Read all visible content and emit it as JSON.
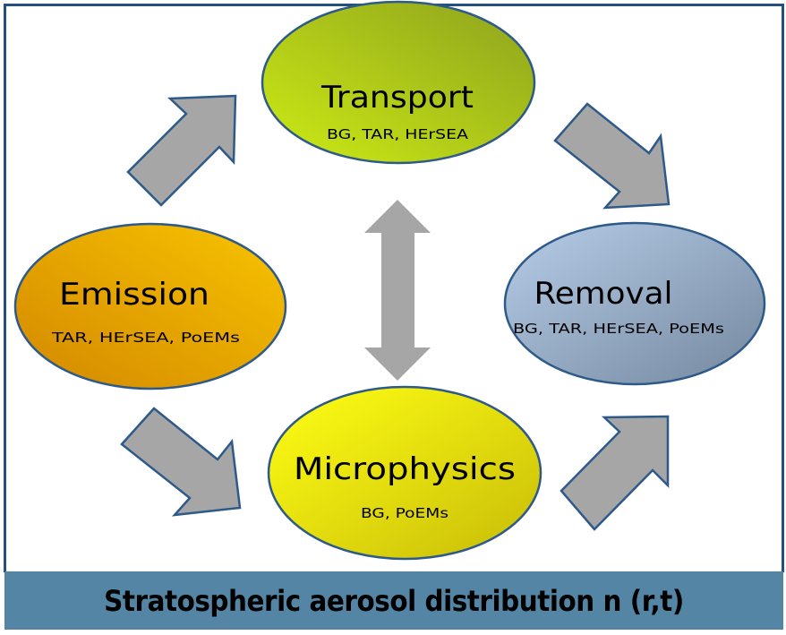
{
  "diagram": {
    "nodes": {
      "transport": {
        "title": "Transport",
        "projects": "BG, TAR, HErSEA"
      },
      "emission": {
        "title": "Emission",
        "projects": "TAR, HErSEA, PoEMs"
      },
      "removal": {
        "title": "Removal",
        "projects": "BG, TAR, HErSEA, PoEMs"
      },
      "microphysics": {
        "title": "Microphysics",
        "projects": "BG, PoEMs"
      }
    },
    "edges": [
      {
        "from": "emission",
        "to": "transport",
        "type": "arrow"
      },
      {
        "from": "transport",
        "to": "removal",
        "type": "arrow"
      },
      {
        "from": "emission",
        "to": "microphysics",
        "type": "arrow"
      },
      {
        "from": "microphysics",
        "to": "removal",
        "type": "arrow"
      },
      {
        "from": "transport",
        "to": "microphysics",
        "type": "double-arrow"
      }
    ],
    "colors": {
      "border": "#23507f",
      "arrow_fill": "#a6a6a6",
      "arrow_stroke": "#2e5a8a",
      "transport": [
        "#c8e614",
        "#93a820"
      ],
      "emission": [
        "#f6c000",
        "#d68f00"
      ],
      "removal": [
        "#b3c9e4",
        "#7a8ea8"
      ],
      "microphysics": [
        "#ffff10",
        "#cfc40a"
      ],
      "banner": "#5585a5"
    }
  },
  "banner": {
    "label": "Stratospheric aerosol distribution n (r,t)"
  }
}
